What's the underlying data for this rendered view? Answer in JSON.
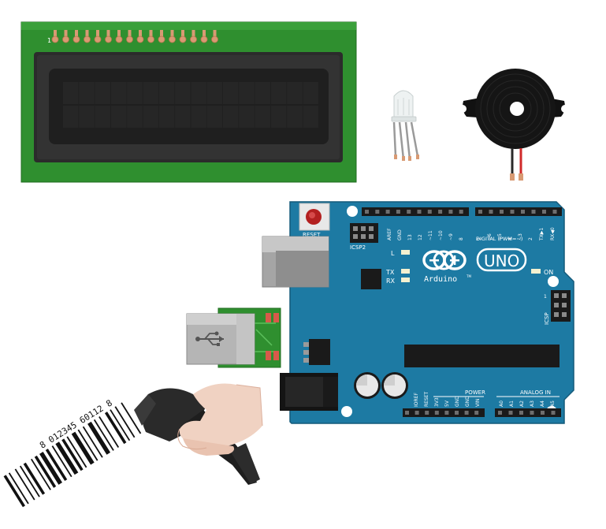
{
  "lcd": {
    "pin1_label": "1",
    "columns": 16,
    "rows": 2,
    "pin_count": 16
  },
  "arduino": {
    "reset_label": "RESET",
    "icsp2_label": "ICSP2",
    "icsp_label": "ICSP",
    "brand_label": "Arduino",
    "model_label": "UNO",
    "trademark": "TM",
    "on_label": "ON",
    "l_label": "L",
    "tx_label": "TX",
    "rx_label": "RX",
    "digital_label": "DIGITAL (PWM=~)",
    "power_label": "POWER",
    "analog_label": "ANALOG IN",
    "icsp_pin1": "1",
    "top_pins": [
      "AREF",
      "GND",
      "13",
      "12",
      "~11",
      "~10",
      "~9",
      "8",
      "7",
      "~6",
      "~5",
      "4",
      "~3",
      "2",
      "TX▶1",
      "RX◀0"
    ],
    "power_pins": [
      "IOREF",
      "RESET",
      "3V3",
      "5V",
      "GND",
      "GND",
      "VIN"
    ],
    "analog_pins": [
      "A0",
      "A1",
      "A2",
      "A3",
      "A4",
      "A5"
    ]
  },
  "barcode": {
    "digits": "8 012345 60112 8"
  },
  "colors": {
    "pcb_green": "#2f8f2f",
    "arduino_teal": "#1d7aa3",
    "lcd_dark": "#1c1c1c",
    "copper": "#d89a73"
  }
}
